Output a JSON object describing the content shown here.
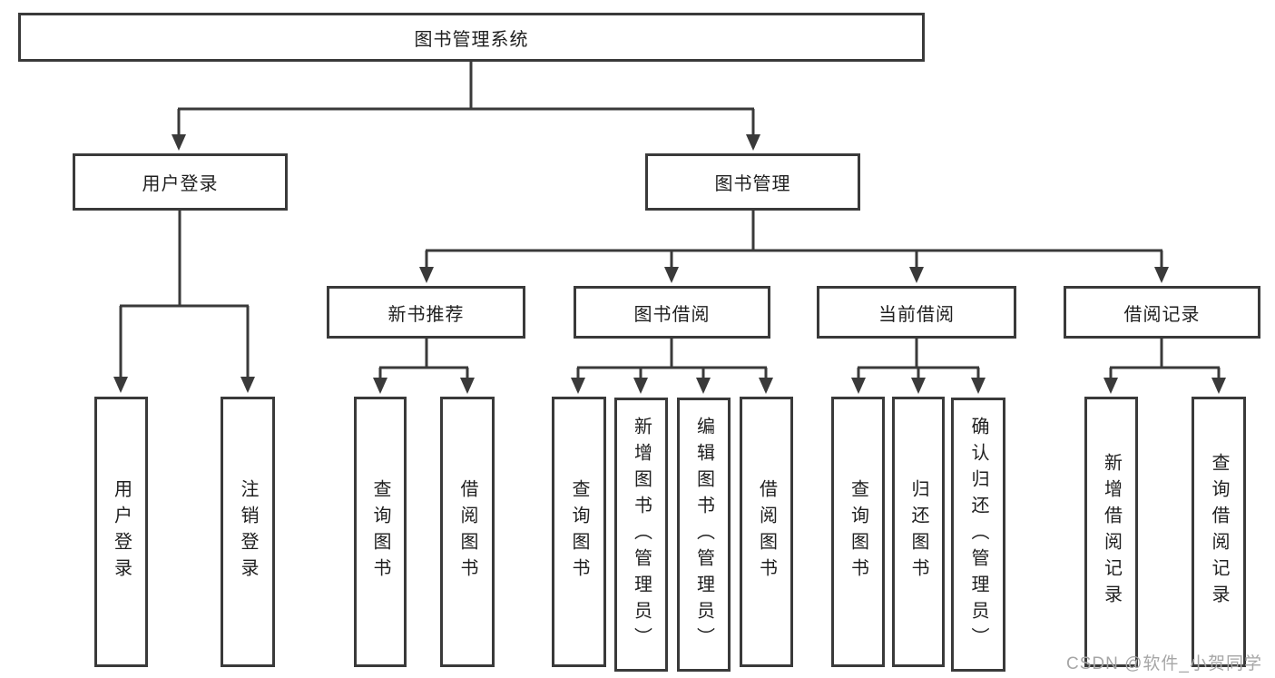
{
  "diagram": {
    "title": "图书管理系统",
    "level2": [
      {
        "label": "用户登录"
      },
      {
        "label": "图书管理"
      }
    ],
    "level3": [
      {
        "label": "新书推荐"
      },
      {
        "label": "图书借阅"
      },
      {
        "label": "当前借阅"
      },
      {
        "label": "借阅记录"
      }
    ],
    "leaves": {
      "user_login": [
        "用户登录",
        "注销登录"
      ],
      "new_book_recommend": [
        "查询图书",
        "借阅图书"
      ],
      "book_borrow": [
        "查询图书",
        "新增图书（管理员）",
        "编辑图书（管理员）",
        "借阅图书"
      ],
      "current_borrow": [
        "查询图书",
        "归还图书",
        "确认归还（管理员）"
      ],
      "borrow_records": [
        "新增借阅记录",
        "查询借阅记录"
      ]
    }
  },
  "watermark": {
    "text": "CSDN @软件_小贺同学"
  },
  "colors": {
    "line": "#3a3a3a",
    "text": "#1f1f1f",
    "background": "#ffffff",
    "watermark": "#a6a6a6"
  }
}
